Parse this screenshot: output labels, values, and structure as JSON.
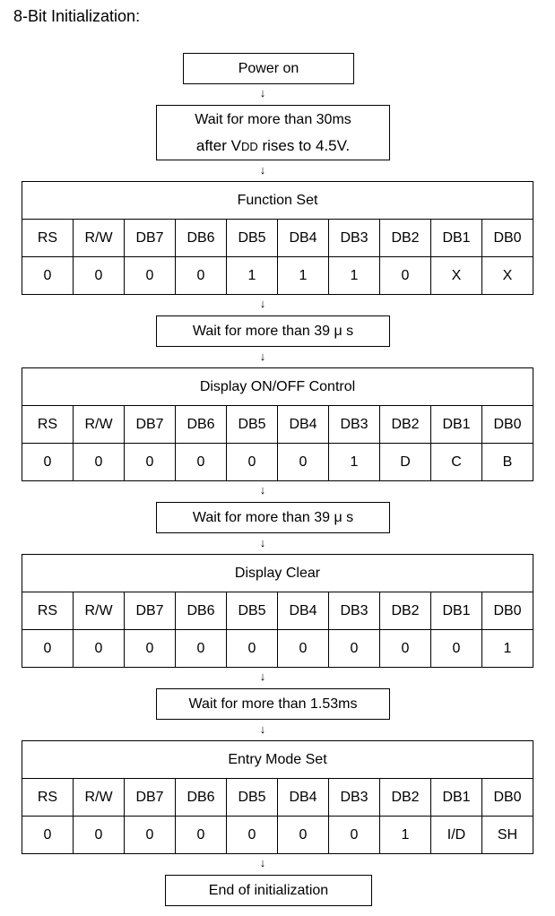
{
  "title": "8-Bit Initialization:",
  "arrow_glyph": "↓",
  "power_on": "Power on",
  "wait_power": {
    "line1": "Wait for more than 30ms",
    "line2_prefix": "after V",
    "line2_sub": "DD",
    "line2_suffix": " rises to 4.5V."
  },
  "headers": [
    "RS",
    "R/W",
    "DB7",
    "DB6",
    "DB5",
    "DB4",
    "DB3",
    "DB2",
    "DB1",
    "DB0"
  ],
  "steps": [
    {
      "name": "Function Set",
      "values": [
        "0",
        "0",
        "0",
        "0",
        "1",
        "1",
        "1",
        "0",
        "X",
        "X"
      ]
    },
    {
      "name": "Display ON/OFF Control",
      "values": [
        "0",
        "0",
        "0",
        "0",
        "0",
        "0",
        "1",
        "D",
        "C",
        "B"
      ]
    },
    {
      "name": "Display Clear",
      "values": [
        "0",
        "0",
        "0",
        "0",
        "0",
        "0",
        "0",
        "0",
        "0",
        "1"
      ]
    },
    {
      "name": "Entry Mode Set",
      "values": [
        "0",
        "0",
        "0",
        "0",
        "0",
        "0",
        "0",
        "1",
        "I/D",
        "SH"
      ]
    }
  ],
  "waits": [
    "Wait for more than 39 μ s",
    "Wait for more than 39 μ s",
    "Wait for more than 1.53ms"
  ],
  "end": "End of initialization"
}
